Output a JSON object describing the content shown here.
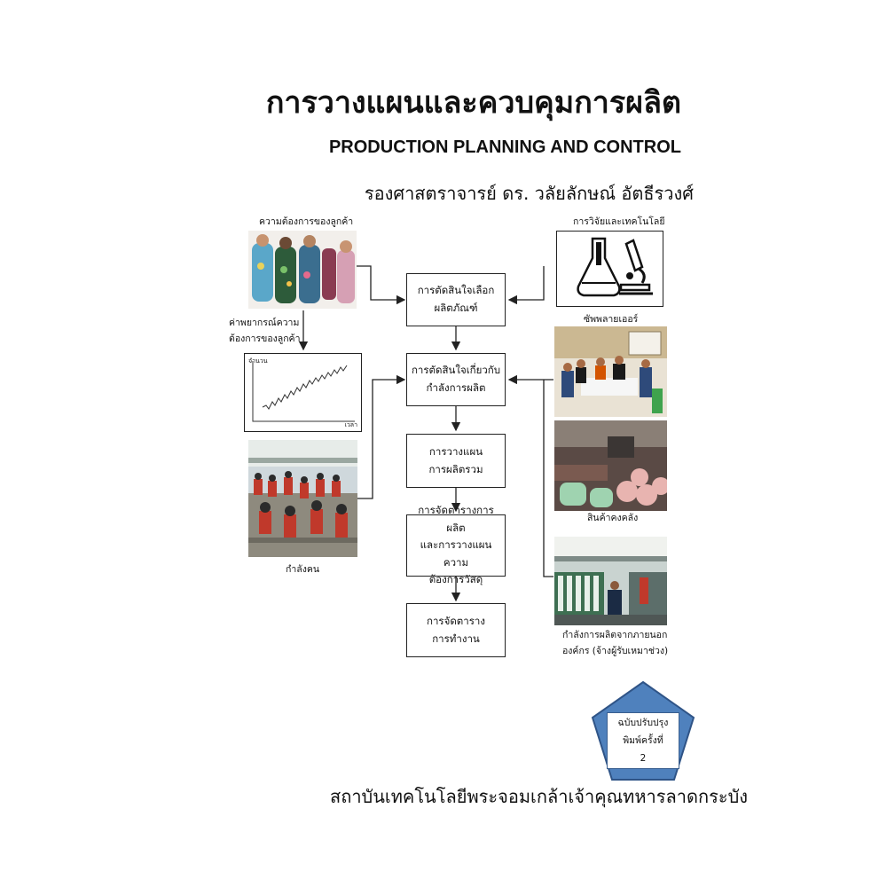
{
  "cover": {
    "title_th": "การวางแผนและควบคุมการผลิต",
    "title_en": "PRODUCTION PLANNING AND CONTROL",
    "author": "รองศาสตราจารย์ ดร. วลัยลักษณ์ อัตธีรวงศ์",
    "institute": "สถาบันเทคโนโลยีพระจอมเกล้าเจ้าคุณทหารลาดกระบัง"
  },
  "edition": {
    "line1": "ฉบับปรับปรุง",
    "line2": "พิมพ์ครั้งที่",
    "number": "2"
  },
  "diagram": {
    "left_captions": {
      "customer_needs": "ความต้องการของลูกค้า",
      "forecast": "ค่าพยากรณ์ความ\nต้องการของลูกค้า",
      "workforce": "กำลังคน"
    },
    "graph_labels": {
      "y_axis": "จำนวน",
      "x_axis": "เวลา"
    },
    "right_captions": {
      "research": "การวิจัยและเทคโนโลยี",
      "suppliers": "ซัพพลายเออร์",
      "inventory": "สินค้าคงคลัง",
      "outsourcing": "กำลังการผลิตจากภายนอก\nองค์กร (จ้างผู้รับเหมาช่วง)"
    },
    "steps": [
      "การตัดสินใจเลือก\nผลิตภัณฑ์",
      "การตัดสินใจเกี่ยวกับ\nกำลังการผลิต",
      "การวางแผน\nการผลิตรวม",
      "การจัดตารางการผลิต\nและการวางแผนความ\nต้องการวัสดุ",
      "การจัดตาราง\nการทำงาน"
    ]
  },
  "colors": {
    "pentagon_fill": "#4f81bd",
    "pentagon_stroke": "#2f5487"
  }
}
